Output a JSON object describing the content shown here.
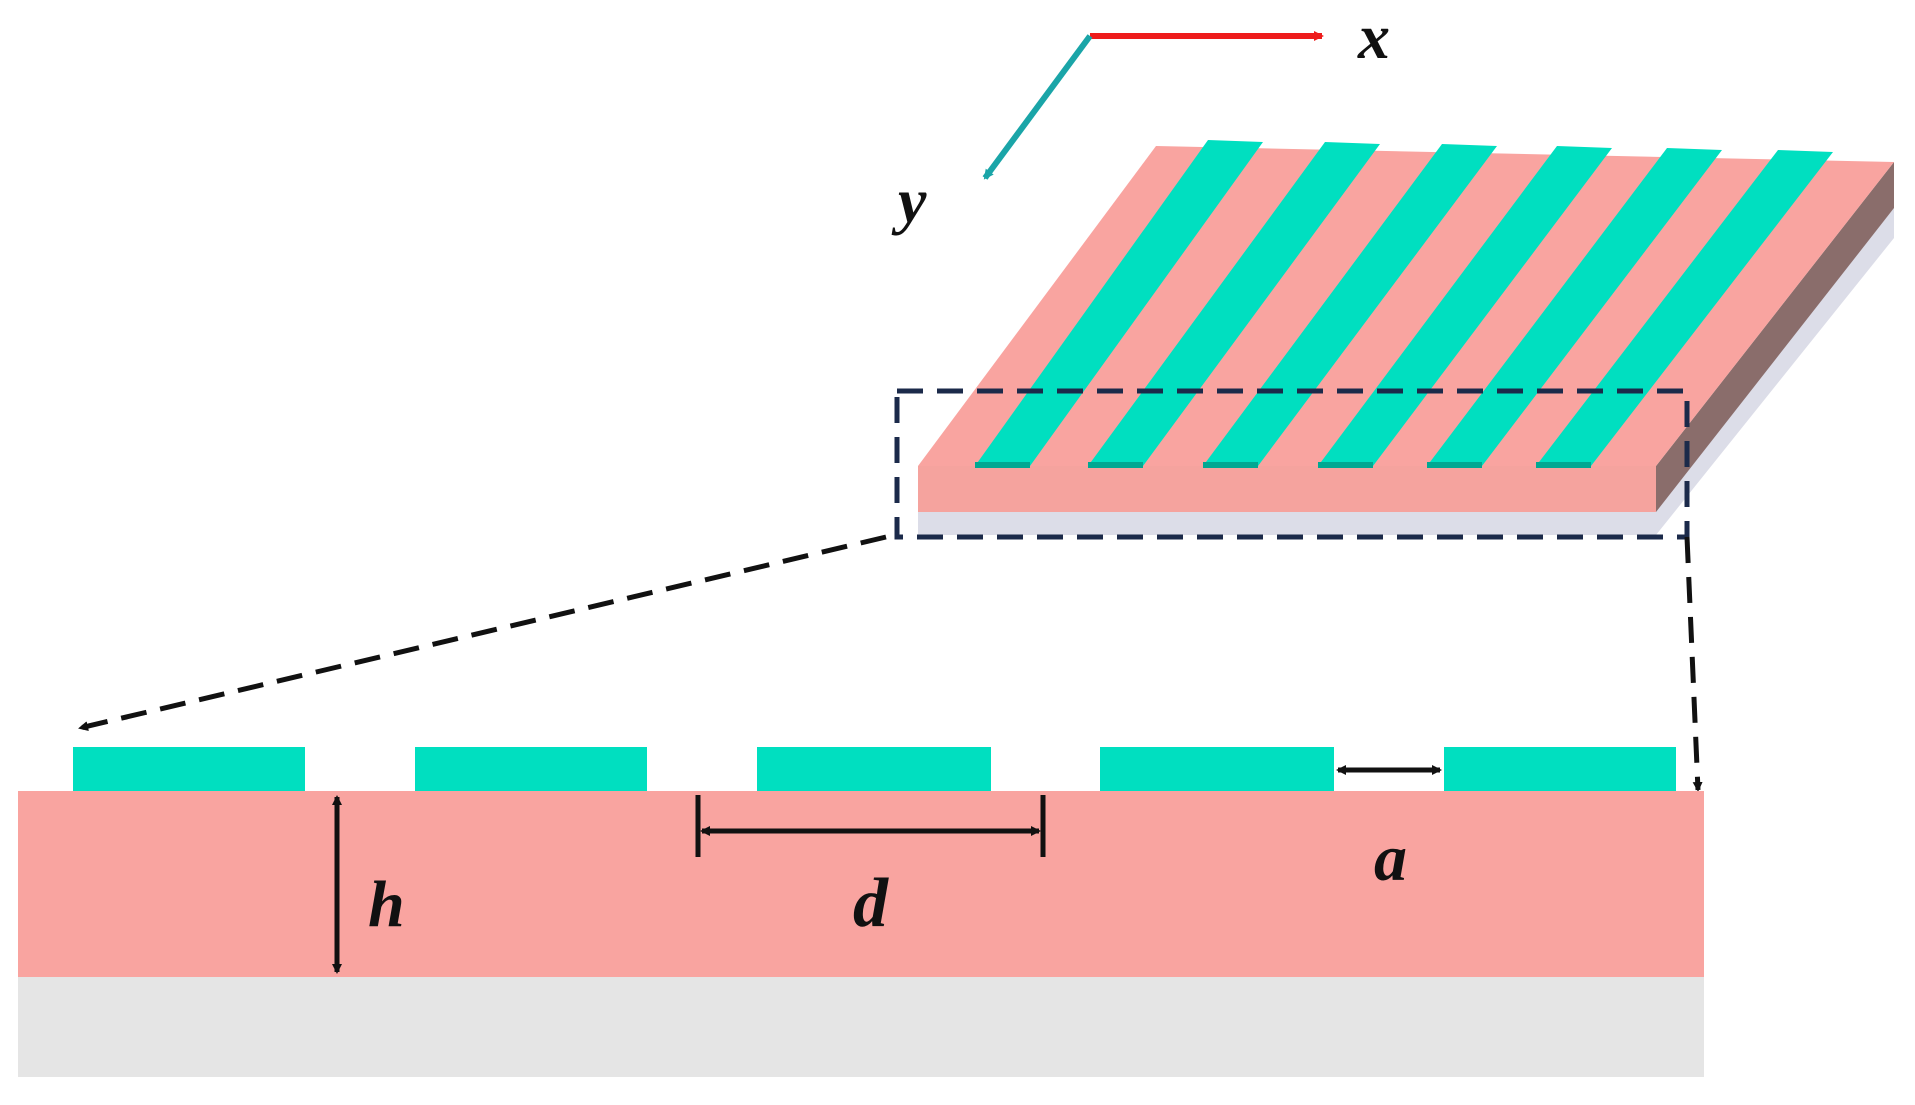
{
  "labels": {
    "x_axis": "x",
    "y_axis": "y",
    "height": "h",
    "period": "d",
    "gap": "a"
  },
  "colors": {
    "substrate_top": "#f9a4a0",
    "substrate_front": "#f5a39e",
    "substrate_side": "#8a6d6b",
    "base_layer": "#e5e5e5",
    "base_layer_3d": "#dcdde8",
    "strip": "#00dfc0",
    "strip_edge": "#00a892",
    "x_arrow": "#ee1c1c",
    "y_arrow": "#1aa5a8",
    "dash_box": "#1b2a4a",
    "annotation": "#111111"
  },
  "icons": {
    "x_axis_arrow": "arrow-right",
    "y_axis_arrow": "arrow-down-left"
  }
}
